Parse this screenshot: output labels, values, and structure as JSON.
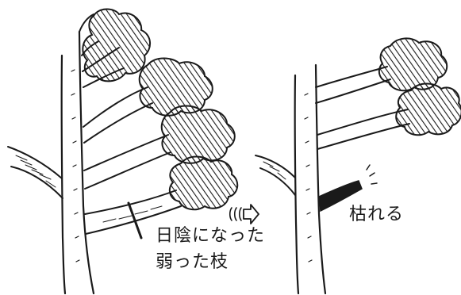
{
  "labels": {
    "shaded_branch_line1": "日陰になった",
    "shaded_branch_line2": "弱った枝",
    "wither": "枯れる"
  },
  "colors": {
    "ink": "#1a1a1a",
    "paper": "#ffffff"
  },
  "icons": {
    "arrow": "outline-right-arrow-with-motion-lines",
    "cut_mark": "saw-cut-line"
  }
}
